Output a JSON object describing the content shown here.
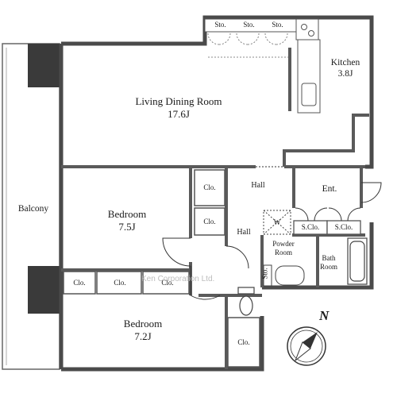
{
  "rooms": {
    "living_dining": {
      "name": "Living Dining Room",
      "size": "17.6J"
    },
    "kitchen": {
      "name": "Kitchen",
      "size": "3.8J"
    },
    "bedroom1": {
      "name": "Bedroom",
      "size": "7.5J"
    },
    "bedroom2": {
      "name": "Bedroom",
      "size": "7.2J"
    },
    "balcony": {
      "name": "Balcony"
    },
    "entrance": {
      "name": "Ent."
    },
    "hall1": {
      "name": "Hall"
    },
    "hall2": {
      "name": "Hall"
    },
    "powder_room": {
      "name": "Powder Room"
    },
    "bath_room": {
      "name": "Bath Room"
    }
  },
  "storage": {
    "sto1": "Sto.",
    "sto2": "Sto.",
    "sto3": "Sto.",
    "sto4": "Sto."
  },
  "closets": {
    "clo_hall_top": "Clo.",
    "clo_hall_mid": "Clo.",
    "clo_row1": "Clo.",
    "clo_row2": "Clo.",
    "clo_row3": "Clo.",
    "clo_bottom": "Clo.",
    "shoe_clo1": "S.Clo.",
    "shoe_clo2": "S.Clo."
  },
  "washer_mark": "W",
  "watermark": "Ken Corporation Ltd.",
  "compass": {
    "north_label": "N"
  }
}
